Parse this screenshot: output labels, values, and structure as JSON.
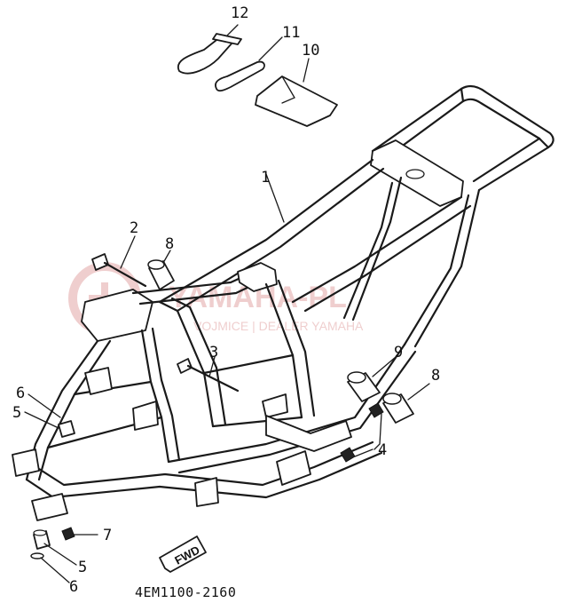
{
  "diagram_code": "4EM1100-2160",
  "fwd_label": "FWD",
  "watermark": {
    "brand": "YAMAHA-PL",
    "tagline": "VOJMICE | DEALER YAMAHA",
    "color": "#e2a7a7"
  },
  "callouts": {
    "c1": "1",
    "c2": "2",
    "c3": "3",
    "c4": "4",
    "c5a": "5",
    "c5b": "5",
    "c6a": "6",
    "c6b": "6",
    "c7": "7",
    "c8a": "8",
    "c8b": "8",
    "c9": "9",
    "c10": "10",
    "c11": "11",
    "c12": "12"
  }
}
